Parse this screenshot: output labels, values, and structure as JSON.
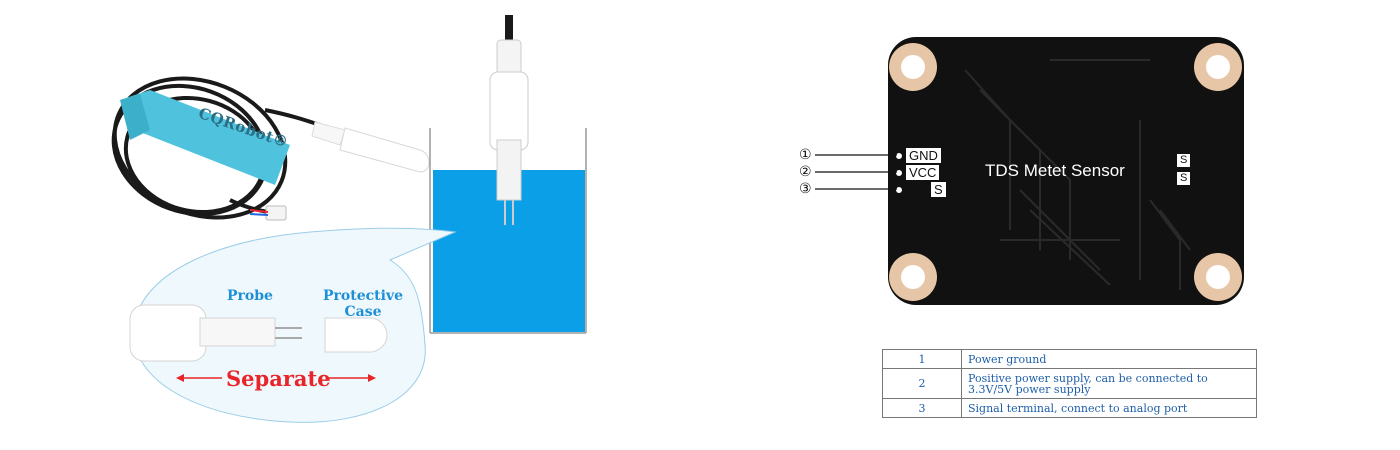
{
  "left_panel": {
    "strap_brand": "CQRobot®",
    "probe_label": "Probe",
    "case_label_line1": "Protective",
    "case_label_line2": "Case",
    "separate_label": "Separate"
  },
  "board": {
    "title": "TDS Metet Sensor",
    "pins": [
      {
        "num": "①",
        "label": "GND"
      },
      {
        "num": "②",
        "label": "VCC"
      },
      {
        "num": "③",
        "label": "S"
      }
    ],
    "right_pins": [
      "S",
      "S"
    ]
  },
  "pin_table": {
    "rows": [
      {
        "num": "1",
        "desc": "Power ground"
      },
      {
        "num": "2",
        "desc": "Positive power supply, can be connected to 3.3V/5V power supply"
      },
      {
        "num": "3",
        "desc": "Signal terminal, connect to analog port"
      }
    ]
  },
  "colors": {
    "water": "#0a9fe6",
    "bubble": "#eef8fd",
    "board": "#111111",
    "label_blue": "#1e8fd6",
    "label_red": "#e8262a",
    "strap": "#4fc3dd"
  }
}
